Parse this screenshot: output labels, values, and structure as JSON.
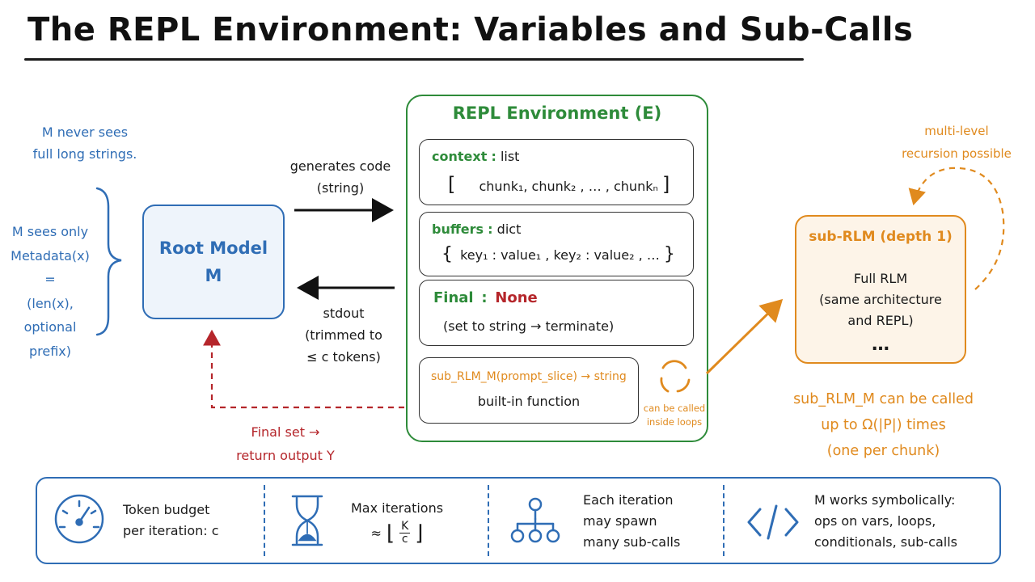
{
  "title": "The REPL Environment: Variables and Sub-Calls",
  "left_notes": {
    "never_sees": [
      "M never sees",
      "full long strings."
    ],
    "sees_only": [
      "M sees only",
      "Metadata(x)",
      "=",
      "(len(x),",
      "optional",
      "prefix)"
    ]
  },
  "root_model": {
    "line1": "Root Model",
    "line2": "M"
  },
  "arrows": {
    "generates_code": [
      "generates code",
      "(string)"
    ],
    "stdout": [
      "stdout",
      "(trimmed to",
      "≤ c tokens)"
    ],
    "final_set": [
      "Final set →",
      "return output Y"
    ]
  },
  "repl": {
    "title": "REPL Environment (E)",
    "context": {
      "name": "context",
      "sep": ":",
      "type": "list",
      "open": "[",
      "item1": "chunk₁,",
      "item2": "chunk₂",
      "dots": ", … ,",
      "itemn": "chunkₙ",
      "close": "]"
    },
    "buffers": {
      "name": "buffers",
      "sep": ":",
      "type": "dict",
      "open": "{",
      "body": "key₁ : value₁ , key₂ : value₂ , …",
      "close": "}"
    },
    "final": {
      "name": "Final",
      "sep": ":",
      "value": "None",
      "note": "(set to string → terminate)"
    },
    "sub_fn": {
      "signature": "sub_RLM_M(prompt_slice) → string",
      "note": "built-in function"
    },
    "loop_note": [
      "can be called",
      "inside loops"
    ]
  },
  "recursion_note": [
    "multi-level",
    "recursion possible"
  ],
  "sub_rlm": {
    "title": "sub-RLM (depth 1)",
    "line1": "Full RLM",
    "line2": "(same architecture",
    "line3": "and REPL)",
    "dots": "…"
  },
  "sub_calls_note": [
    "sub_RLM_M can be called",
    "up to Ω(|P|) times",
    "(one per chunk)"
  ],
  "legend": [
    {
      "icon": "gauge-icon",
      "lines": [
        "Token budget",
        "per iteration: c"
      ]
    },
    {
      "icon": "hourglass-icon",
      "lines": [
        "Max iterations"
      ],
      "formula_prefix": "≈",
      "formula_num": "K",
      "formula_den": "c"
    },
    {
      "icon": "tree-icon",
      "lines": [
        "Each iteration",
        "may spawn",
        "many sub-calls"
      ]
    },
    {
      "icon": "code-icon",
      "lines": [
        "M works symbolically:",
        "ops on vars, loops,",
        "conditionals, sub-calls"
      ]
    }
  ],
  "colors": {
    "blue": "#2f6db5",
    "green": "#2e8b3a",
    "red": "#b5262b",
    "orange": "#e08a1e",
    "ink": "#1a1a1a"
  }
}
